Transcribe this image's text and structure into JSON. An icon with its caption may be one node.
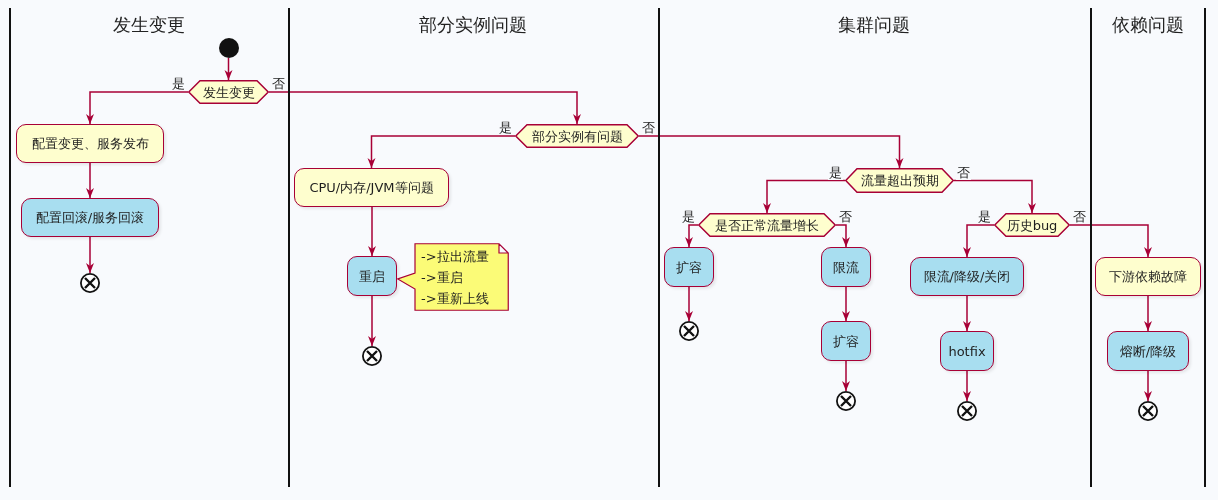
{
  "diagram": {
    "nodes": [
      {
        "text": [
          "发生变更"
        ]
      },
      {
        "text": [],
        "shape": "circle",
        "in": 0
      },
      {
        "text": [
          "发生变更"
        ],
        "in": 0
      },
      {
        "text": [
          "配置变更、服务发布"
        ],
        "in": 0
      },
      {
        "text": [
          "配置回滚/服务回滚"
        ],
        "in": 0
      },
      {
        "text": [],
        "shape": "circle",
        "in": 0
      },
      {
        "text": [
          "部分实例问题"
        ]
      },
      {
        "text": [
          "部分实例有问题"
        ],
        "in": 6
      },
      {
        "text": [
          "CPU/内存/JVM等问题"
        ],
        "in": 6
      },
      {
        "text": [
          "重启"
        ],
        "in": 6
      },
      {
        "text": [
          "->拉出流量",
          "->重启",
          "->重新上线"
        ],
        "in": 6
      },
      {
        "text": [],
        "shape": "circle",
        "in": 6
      },
      {
        "text": [
          "集群问题"
        ]
      },
      {
        "text": [
          "流量超出预期"
        ],
        "in": 12
      },
      {
        "text": [
          "是否正常流量增长"
        ],
        "in": 12
      },
      {
        "text": [
          "扩容"
        ],
        "in": 12
      },
      {
        "text": [],
        "shape": "circle",
        "in": 12
      },
      {
        "text": [
          "限流"
        ],
        "in": 12
      },
      {
        "text": [
          "扩容"
        ],
        "in": 12
      },
      {
        "text": [],
        "shape": "circle",
        "in": 12
      },
      {
        "text": [
          "历史bug"
        ],
        "in": 12
      },
      {
        "text": [
          "限流/降级/关闭"
        ],
        "in": 12
      },
      {
        "text": [
          "hotfix"
        ],
        "in": 12
      },
      {
        "text": [],
        "shape": "circle",
        "in": 12
      },
      {
        "text": [
          "依赖问题"
        ]
      },
      {
        "text": [
          "下游依赖故障"
        ],
        "in": 24
      },
      {
        "text": [
          "熔断/降级"
        ],
        "in": 24
      },
      {
        "text": [],
        "shape": "circle",
        "in": 24
      }
    ],
    "edges": [
      {
        "from": 1,
        "to": 2,
        "arrow": "to"
      },
      {
        "from": 2,
        "to": 3,
        "arrow": "to",
        "label": "是"
      },
      {
        "from": 2,
        "to": 7,
        "arrow": "to",
        "label": "否"
      },
      {
        "from": 3,
        "to": 4,
        "arrow": "to"
      },
      {
        "from": 4,
        "to": 5,
        "arrow": "to"
      },
      {
        "from": 7,
        "to": 8,
        "arrow": "to",
        "label": "是"
      },
      {
        "from": 7,
        "to": 13,
        "arrow": "to",
        "label": "否"
      },
      {
        "from": 8,
        "to": 9,
        "arrow": "to"
      },
      {
        "from": 9,
        "to": 11,
        "arrow": "to"
      },
      {
        "from": 13,
        "to": 14,
        "arrow": "to",
        "label": "是"
      },
      {
        "from": 13,
        "to": 20,
        "arrow": "to",
        "label": "否"
      },
      {
        "from": 14,
        "to": 15,
        "arrow": "to",
        "label": "是"
      },
      {
        "from": 14,
        "to": 17,
        "arrow": "to",
        "label": "否"
      },
      {
        "from": 15,
        "to": 16,
        "arrow": "to"
      },
      {
        "from": 17,
        "to": 18,
        "arrow": "to"
      },
      {
        "from": 18,
        "to": 19,
        "arrow": "to"
      },
      {
        "from": 20,
        "to": 21,
        "arrow": "to",
        "label": "是"
      },
      {
        "from": 20,
        "to": 25,
        "arrow": "to",
        "label": "否"
      },
      {
        "from": 21,
        "to": 22,
        "arrow": "to"
      },
      {
        "from": 22,
        "to": 23,
        "arrow": "to"
      },
      {
        "from": 25,
        "to": 26,
        "arrow": "to"
      },
      {
        "from": 26,
        "to": 27,
        "arrow": "to"
      }
    ]
  }
}
